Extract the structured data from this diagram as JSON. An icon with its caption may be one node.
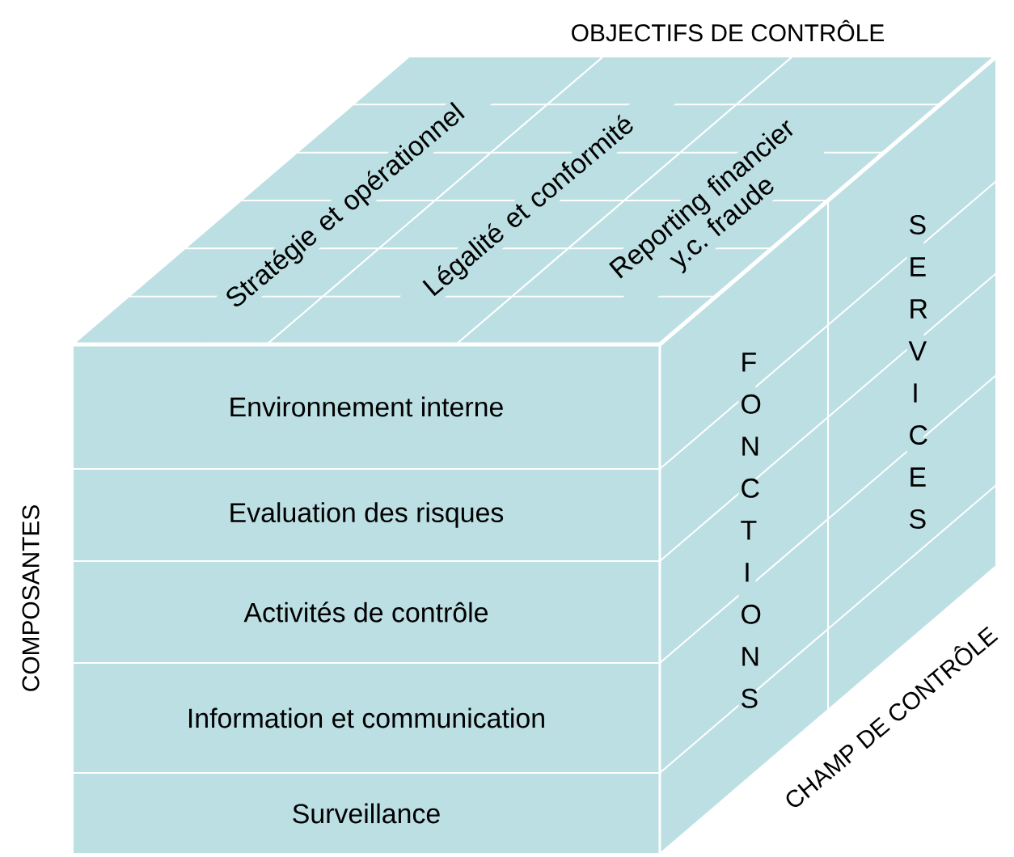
{
  "diagram": {
    "nodes": [
      {
        "text": [
          "Environnement interne"
        ]
      },
      {
        "text": [
          "Evaluation des risques"
        ]
      },
      {
        "text": [
          "Activités de contrôle"
        ]
      },
      {
        "text": [
          "Information et communication"
        ]
      },
      {
        "text": [
          "Surveillance"
        ]
      },
      {
        "text": [
          "Stratégie et opérationnel"
        ]
      },
      {
        "text": [
          "Légalité et conformité"
        ]
      },
      {
        "text": [
          "Reporting financier y.c. fraude"
        ]
      },
      {
        "text": [
          "FONCTIONS"
        ]
      },
      {
        "text": [
          "SERVICES"
        ]
      }
    ],
    "labels": [
      "OBJECTIFS DE CONTRÔLE",
      "COMPOSANTES",
      "CHAMP DE CONTRÔLE"
    ]
  }
}
